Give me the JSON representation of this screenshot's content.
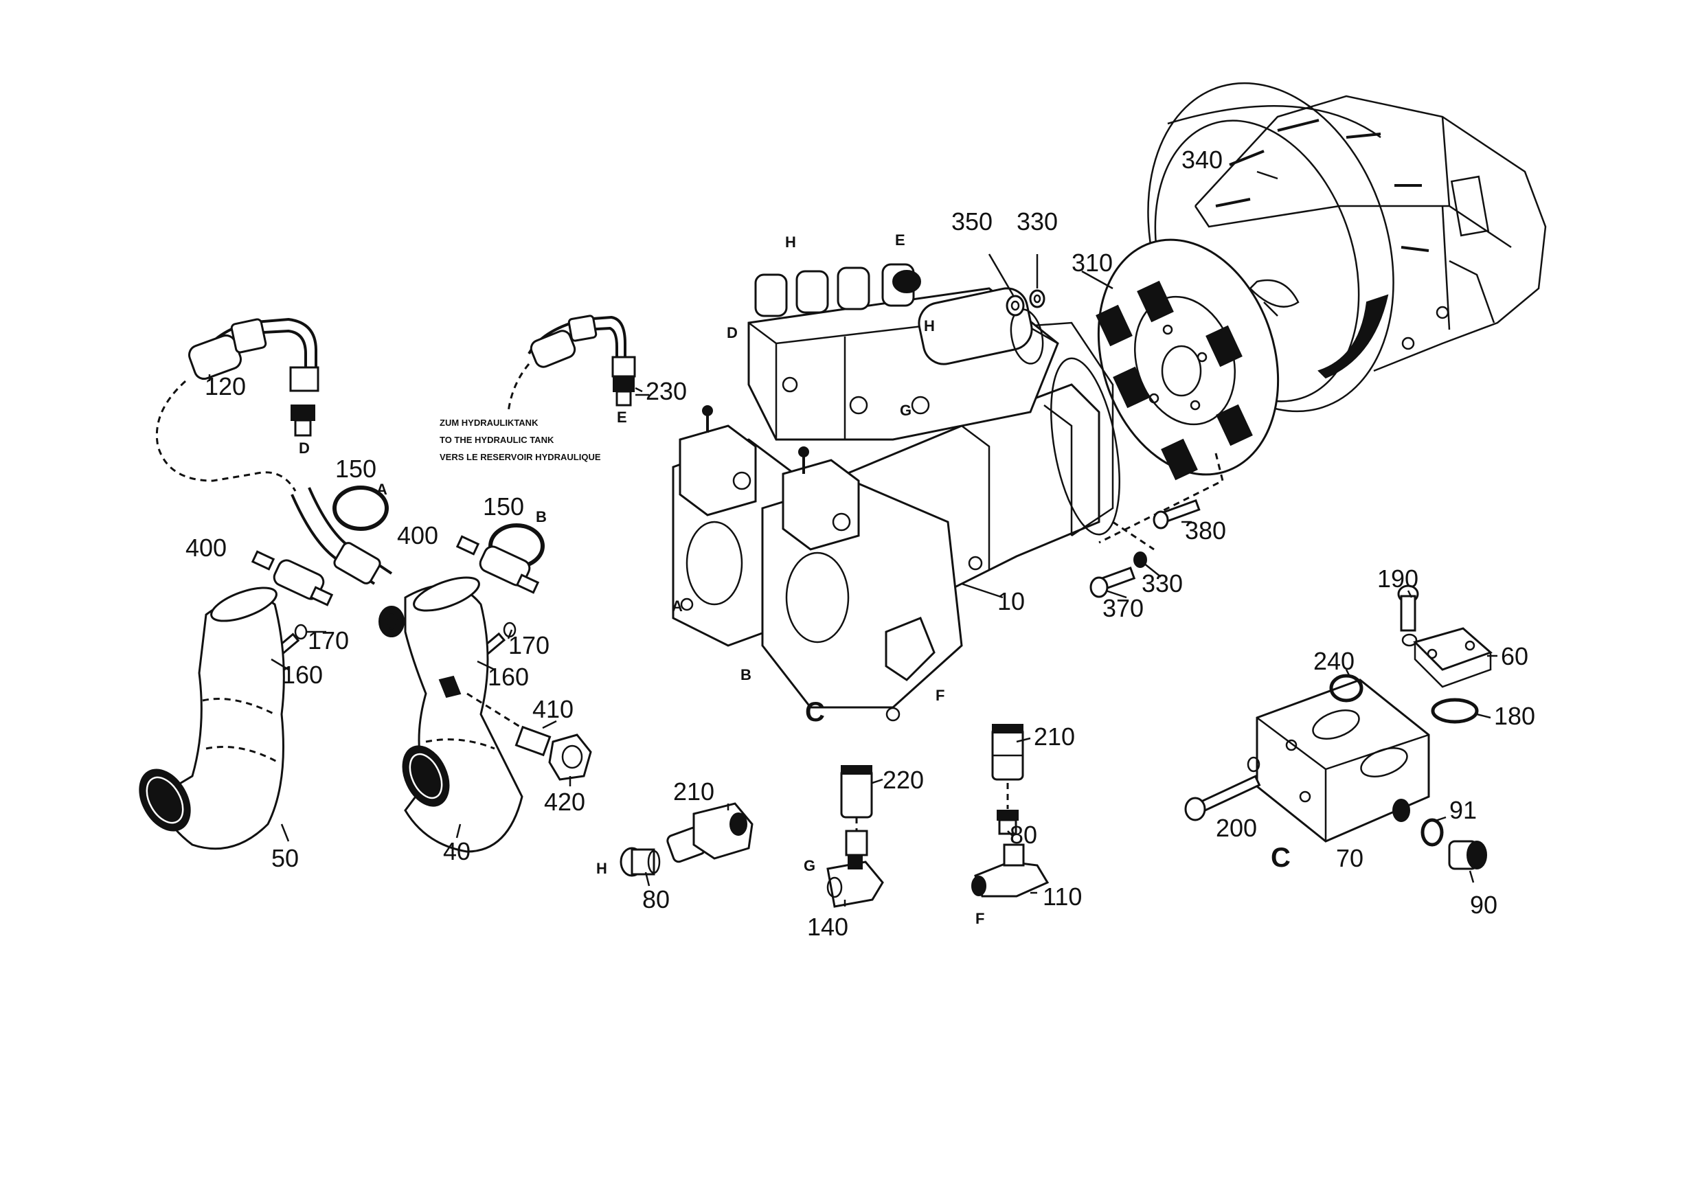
{
  "callouts": {
    "c340": "340",
    "c350": "350",
    "c330a": "330",
    "c310": "310",
    "c120": "120",
    "c230": "230",
    "c150a": "150",
    "c150b": "150",
    "c400a": "400",
    "c400b": "400",
    "c380": "380",
    "c330b": "330",
    "c370": "370",
    "c10": "10",
    "c170a": "170",
    "c170b": "170",
    "c160a": "160",
    "c160b": "160",
    "c410": "410",
    "c420": "420",
    "c190": "190",
    "c60": "60",
    "c240": "240",
    "c180": "180",
    "c210a": "210",
    "c210b": "210",
    "c220": "220",
    "c50": "50",
    "c40": "40",
    "c80a": "80",
    "c80b": "80",
    "c140": "140",
    "c110": "110",
    "c200": "200",
    "c91": "91",
    "c70": "70",
    "c90": "90"
  },
  "letters": {
    "H1": "H",
    "E1": "E",
    "D1": "D",
    "H2": "H",
    "G1": "G",
    "D2": "D",
    "E2": "E",
    "A1": "A",
    "B1": "B",
    "A2": "A",
    "B2": "B",
    "F1": "F",
    "H3": "H",
    "G2": "G",
    "F2": "F",
    "C1": "C",
    "C2": "C"
  },
  "tank_note": {
    "line1": "ZUM HYDRAULIKTANK",
    "line2": "TO THE HYDRAULIC TANK",
    "line3": "VERS LE RESERVOIR HYDRAULIQUE"
  }
}
